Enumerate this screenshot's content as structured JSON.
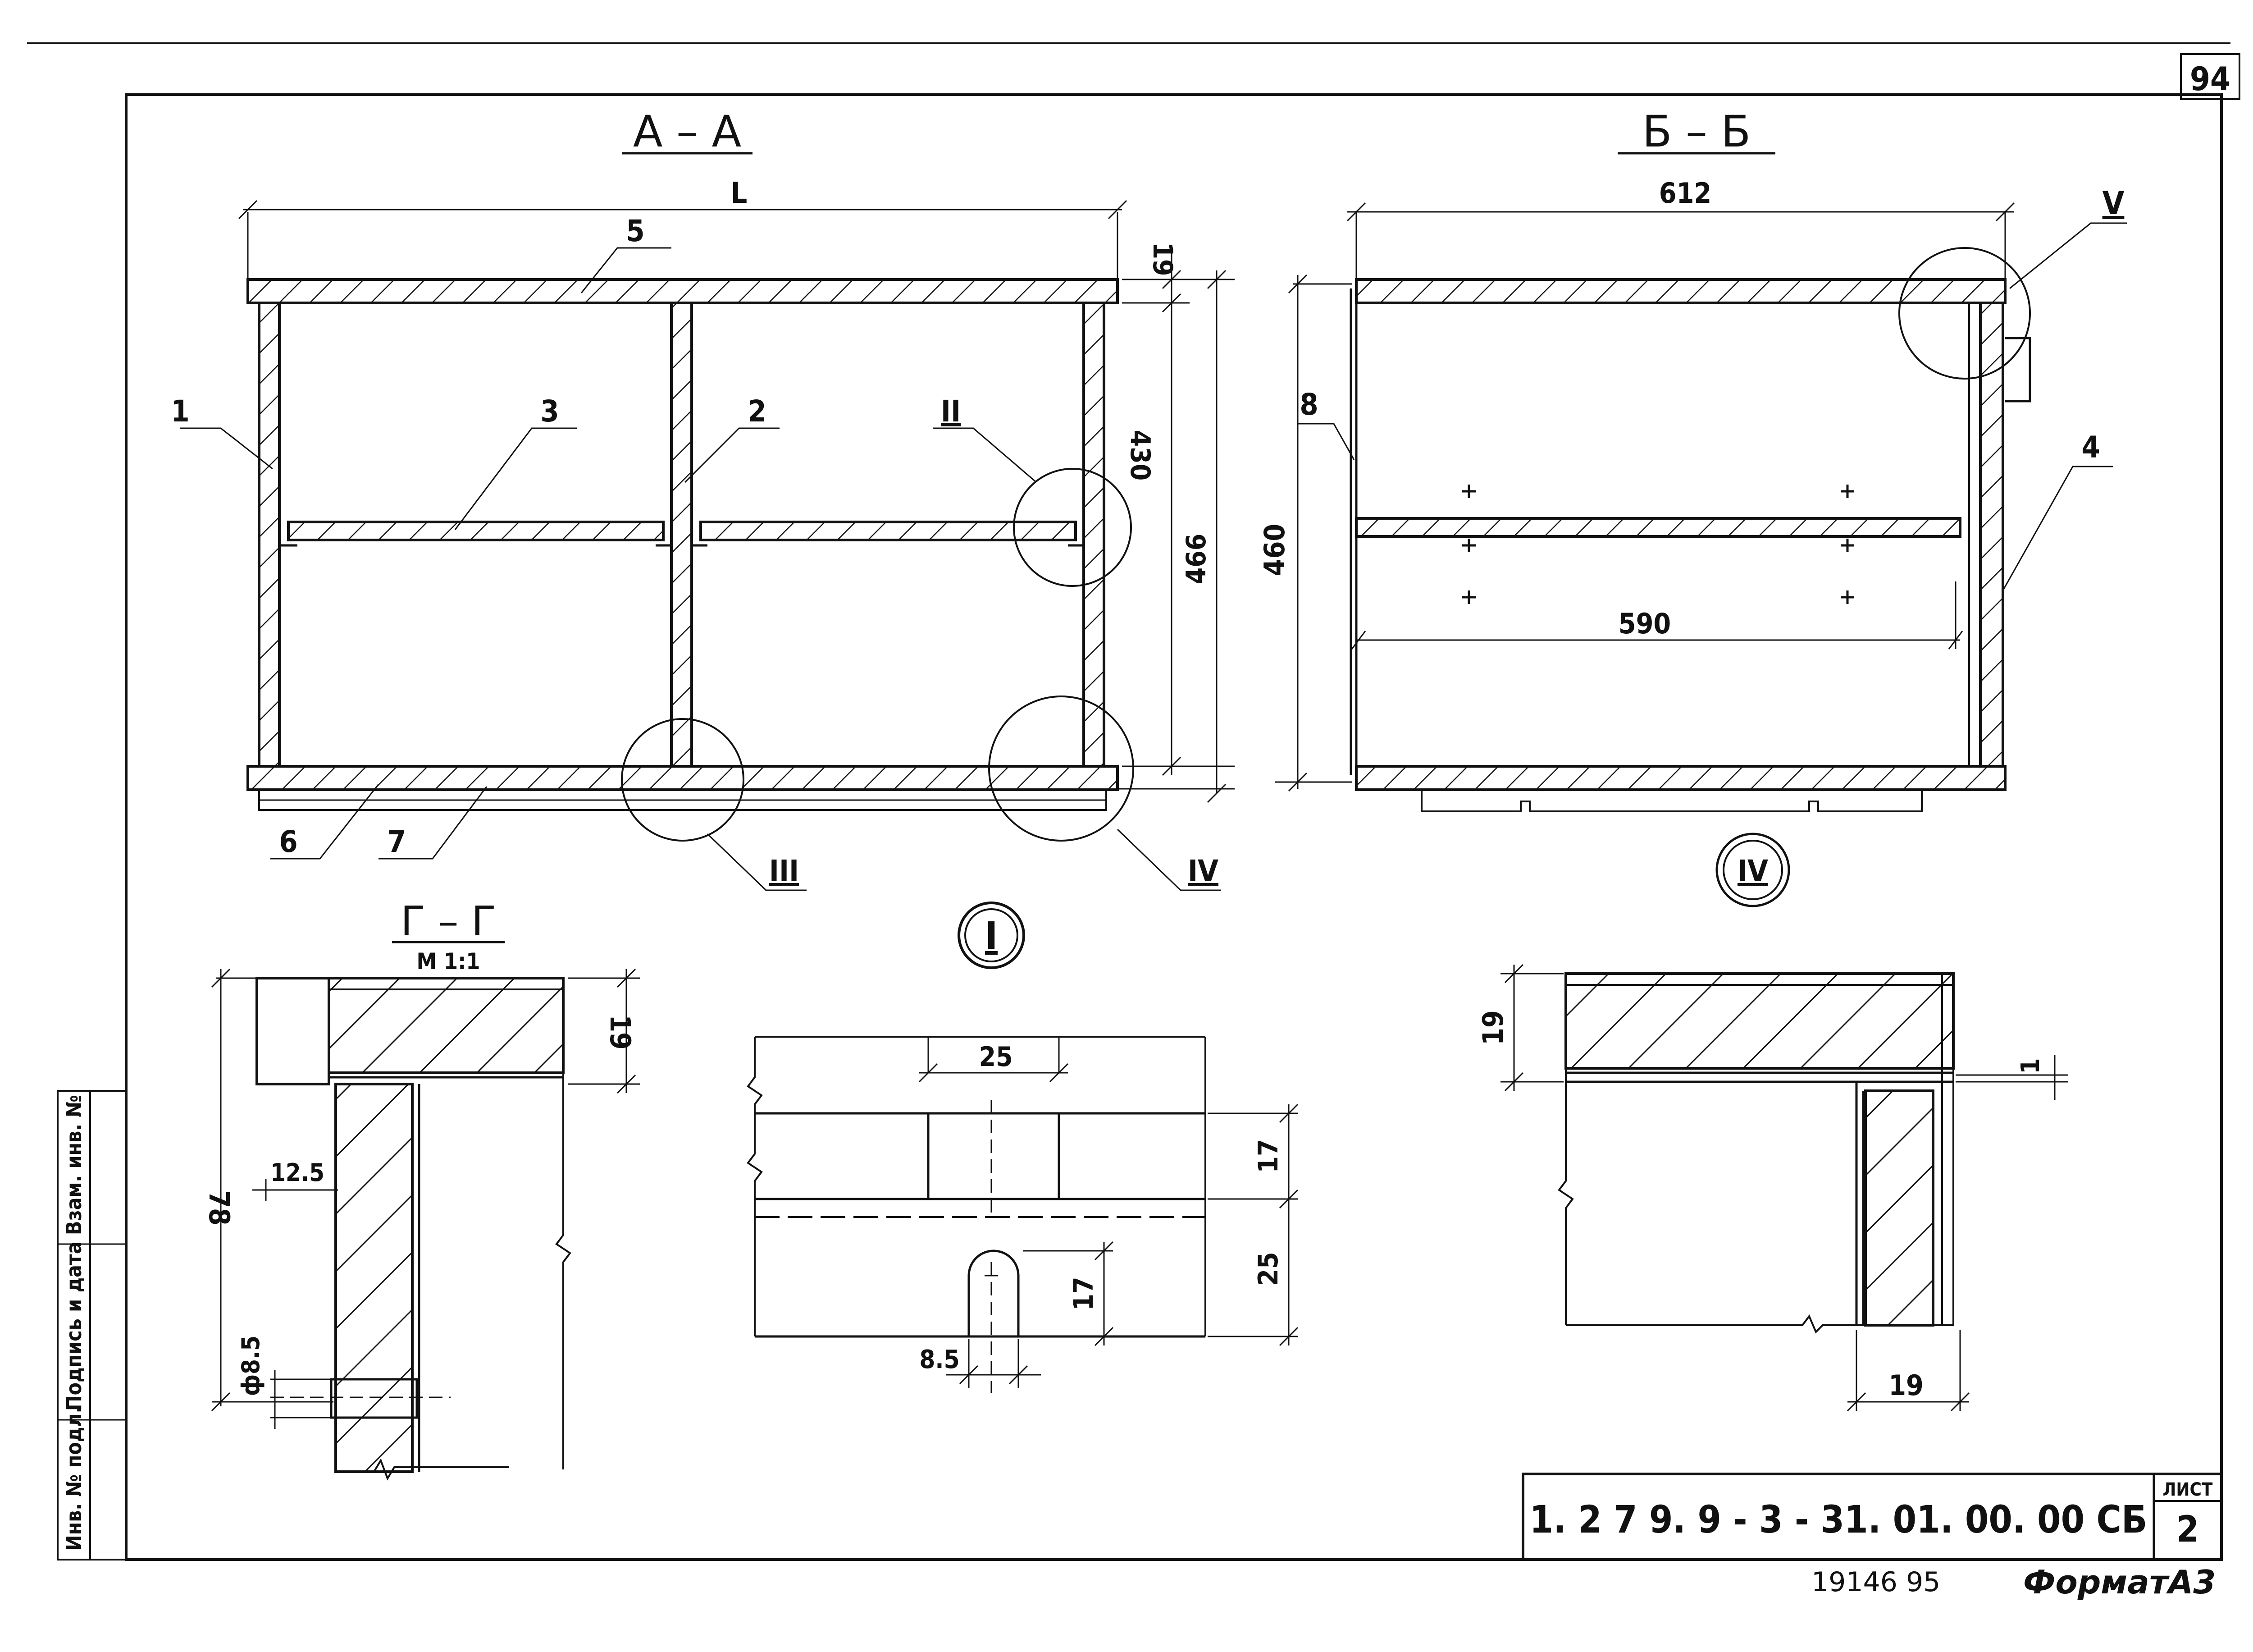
{
  "sheet": {
    "corner_number": "94",
    "document_code": "1. 2 7 9. 9 - 3 - 31. 01. 00. 00 СБ",
    "list_label": "ЛИСТ",
    "list_number": "2",
    "inventory_number": "19146 95",
    "format": "ФорматА3",
    "side_stamp": [
      "Инв. № подл.",
      "Подпись и дата",
      "Взам. инв. №"
    ]
  },
  "views": {
    "section_aa": {
      "title": "А – А",
      "dims": {
        "length": "L",
        "top_thk": "19",
        "inner_h": "430",
        "total_h": "466"
      },
      "parts": [
        "1",
        "2",
        "3",
        "5",
        "6",
        "7"
      ],
      "callouts": [
        "II",
        "III",
        "IV"
      ]
    },
    "section_bb": {
      "title": "Б – Б",
      "dims": {
        "width": "612",
        "height": "460",
        "shelf": "590"
      },
      "parts": [
        "4",
        "8"
      ],
      "callouts": [
        "V"
      ]
    },
    "section_gg": {
      "title": "Г – Г",
      "scale": "М 1:1",
      "dims": {
        "h": "78",
        "t": "19",
        "off": "12.5",
        "dia": "ф8.5"
      }
    },
    "detail_1": {
      "title": "I",
      "dims": {
        "w": "25",
        "h1": "17",
        "h2": "25",
        "slot_h": "17",
        "slot_w": "8.5"
      }
    },
    "detail_4": {
      "title": "IV",
      "dims": {
        "t": "19",
        "gap": "1",
        "w": "19"
      }
    }
  }
}
